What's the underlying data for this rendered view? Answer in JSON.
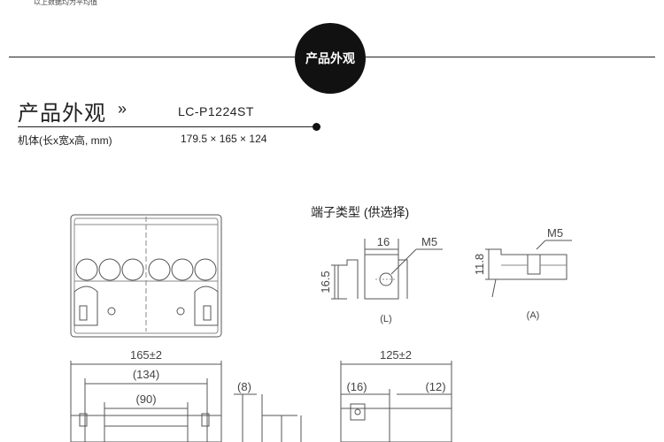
{
  "header": {
    "top_note": "以上数据均为平均值",
    "section_badge": "产品外观"
  },
  "product": {
    "section_title": "产品外观",
    "chevron": "»",
    "model": "LC-P1224ST",
    "dimension_label": "机体(长x宽x高, mm)",
    "dimension_value": "179.5 × 165 × 124"
  },
  "terminal": {
    "title": "端子类型 (供选择)",
    "L": {
      "width": "16",
      "bolt": "M5",
      "height": "16.5",
      "caption": "(L)"
    },
    "A": {
      "bolt": "M5",
      "height": "11.8",
      "caption": "(A)"
    }
  },
  "drawing": {
    "front_width": "165±2",
    "front_inner": "(134)",
    "front_center": "(90)",
    "front_side": "(8)",
    "side_width": "125±2",
    "side_left": "(16)",
    "side_right": "(12)"
  }
}
